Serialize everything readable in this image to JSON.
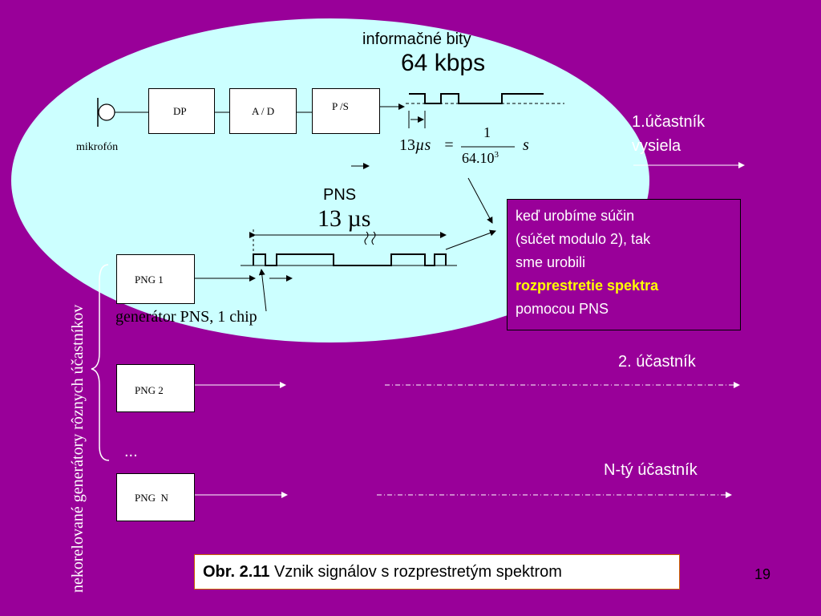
{
  "labels": {
    "info_bits": "informačné bity",
    "rate": "64 kbps",
    "microphone": "mikrofón",
    "participant1_line1": "1.účastník",
    "participant1_line2": "vysiela",
    "pns": "PNS",
    "pns_period": "13 µs",
    "pns_generator": "generátor PNS, 1 chip",
    "participant2": "2. účastník",
    "participantN": "N-tý účastník",
    "ellipsis": "...",
    "vertical": "nekorelované generátory rôznych účastníkov",
    "page_number": "19"
  },
  "formula": {
    "lhs_num": "13",
    "lhs_unit": "µs",
    "equals": "=",
    "numerator": "1",
    "denominator": "64.10",
    "exponent": "3",
    "unit": "s"
  },
  "blocks": {
    "dp": "DP",
    "ad": "A / D",
    "ps": "P /S",
    "png1": "PNG 1",
    "png2": "PNG 2",
    "pngN": "PNG  N"
  },
  "note": {
    "line1": "keď urobíme súčin",
    "line2": "(súčet modulo 2), tak",
    "line3": "sme urobili",
    "highlight": "rozprestretie spektra",
    "line5": "pomocou PNS"
  },
  "caption": {
    "bold": "Obr. 2.11",
    "text": " Vznik signálov s rozprestretým spektrom"
  },
  "colors": {
    "background": "#990099",
    "ellipse": "#ccffff",
    "highlight": "#ffff00"
  }
}
